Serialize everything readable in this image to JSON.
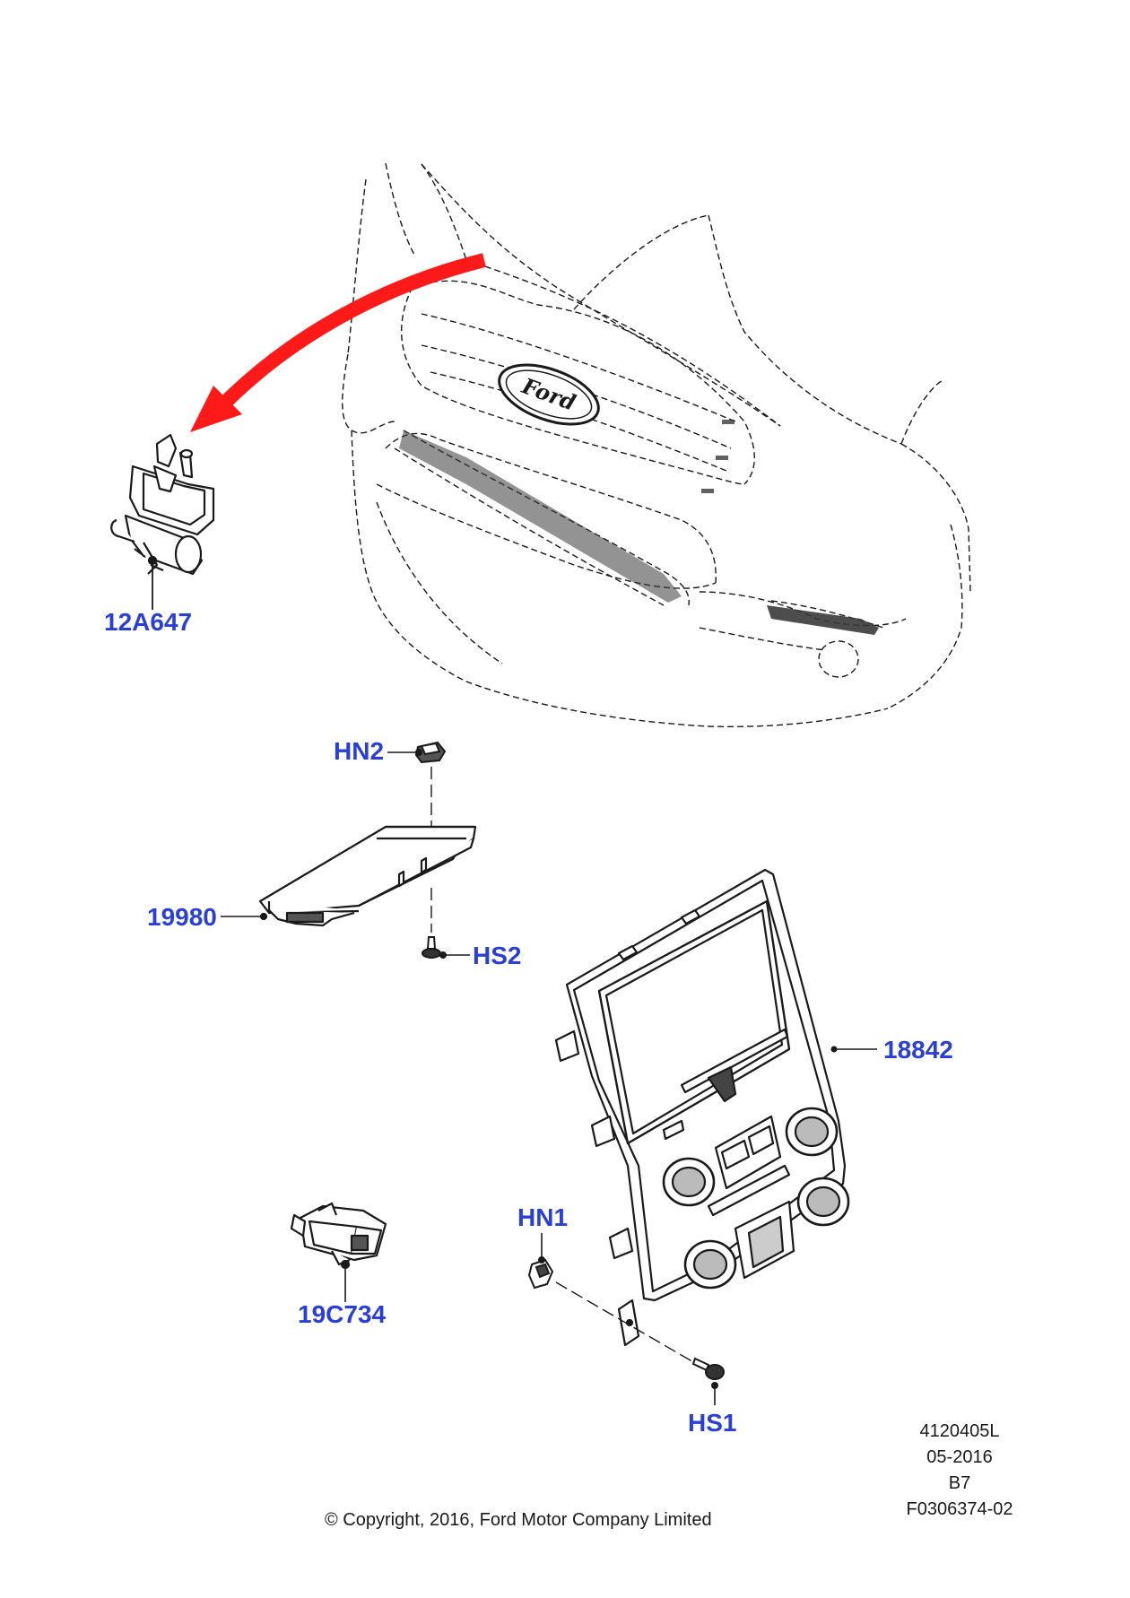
{
  "callouts": {
    "c12a647": "12A647",
    "hn2": "HN2",
    "c19980": "19980",
    "hs2": "HS2",
    "c18842": "18842",
    "hn1": "HN1",
    "c19c734": "19C734",
    "hs1": "HS1"
  },
  "ford_logo_text": "Ford",
  "meta": {
    "illustration_no": "4120405L",
    "date": "05-2016",
    "variant": "B7",
    "reference": "F0306374-02",
    "copyright": "© Copyright, 2016, Ford Motor Company Limited"
  },
  "colors": {
    "callout": "#2a3fd6",
    "arrow": "#ff1a1a",
    "line": "#1a1a1a"
  }
}
